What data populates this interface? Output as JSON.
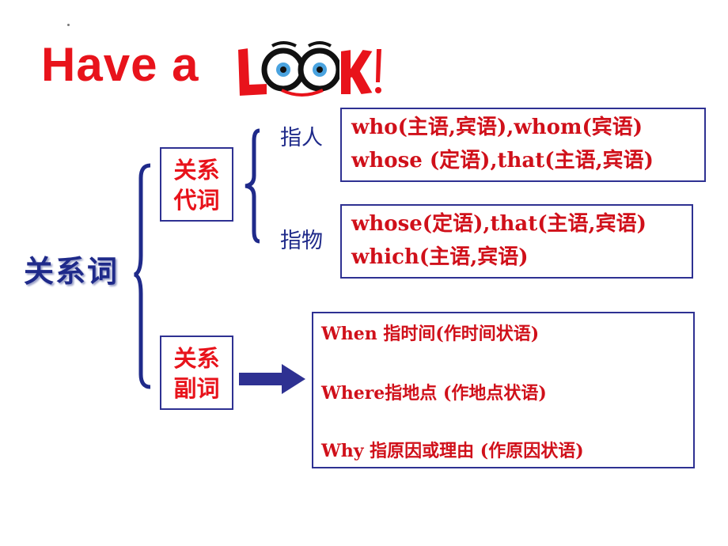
{
  "title": "Have a",
  "logo_text": "LOOK!",
  "root": "关系词",
  "pronoun_box": {
    "line1": "关系",
    "line2": "代词"
  },
  "adverb_box": {
    "line1": "关系",
    "line2": "副词"
  },
  "person_label": "指人",
  "thing_label": "指物",
  "person_lines": [
    "who(主语,宾语),whom(宾语)",
    "whose (定语),that(主语,宾语)"
  ],
  "thing_lines": [
    "whose(定语),that(主语,宾语)",
    "which(主语,宾语)"
  ],
  "adverb_lines": [
    "When 指时间(作时间状语)",
    "Where指地点 (作地点状语)",
    "Why 指原因或理由 (作原因状语)"
  ],
  "colors": {
    "red": "#e8131b",
    "blue": "#1f2a8a",
    "border": "#2e3192"
  }
}
